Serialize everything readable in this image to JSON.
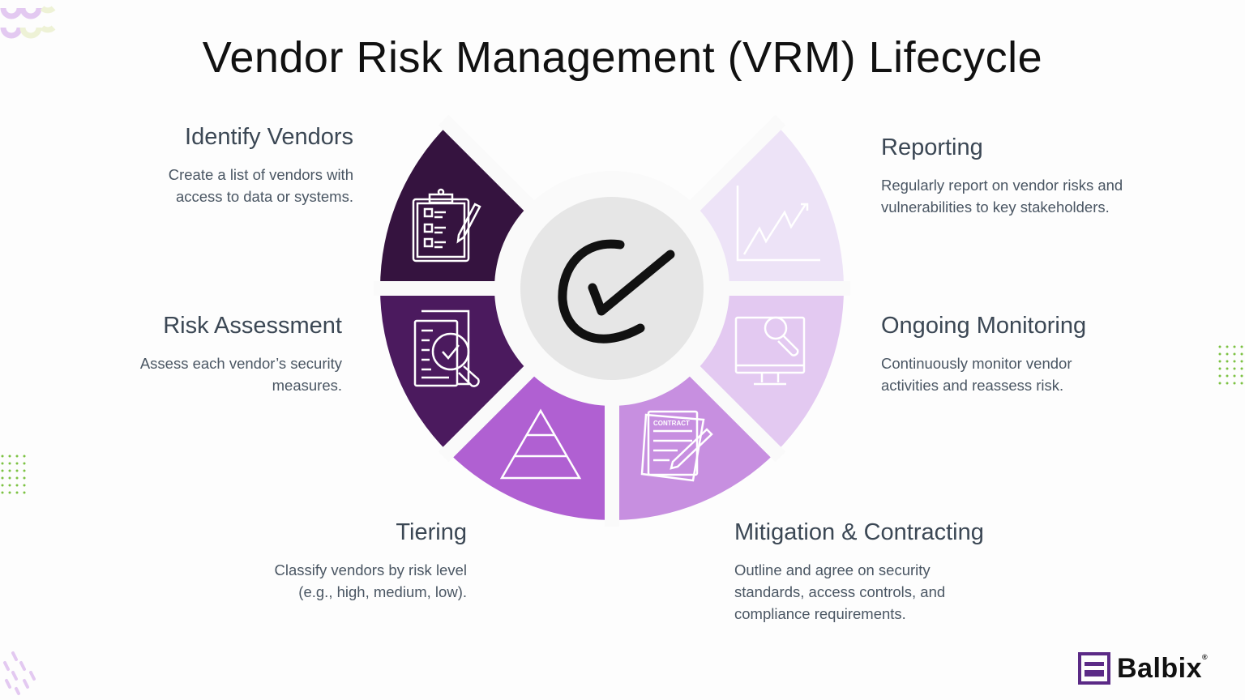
{
  "title": "Vendor Risk Management (VRM) Lifecycle",
  "steps": [
    {
      "id": "identify",
      "title": "Identify Vendors",
      "desc_lines": [
        "Create a list of vendors with",
        "access to data or systems."
      ],
      "color": "#35133f",
      "icon": "clipboard-checklist-icon"
    },
    {
      "id": "assessment",
      "title": "Risk Assessment",
      "desc_lines": [
        "Assess each vendor’s security",
        "measures."
      ],
      "color": "#4b1a5e",
      "icon": "document-magnifier-check-icon"
    },
    {
      "id": "tiering",
      "title": "Tiering",
      "desc_lines": [
        "Classify vendors by risk level",
        "(e.g., high, medium, low)."
      ],
      "color": "#b060d2",
      "icon": "pyramid-icon"
    },
    {
      "id": "mitigation",
      "title": "Mitigation & Contracting",
      "desc_lines": [
        "Outline and agree on security",
        "standards, access controls, and",
        "compliance requirements."
      ],
      "color": "#c78fe0",
      "icon": "contract-pen-icon",
      "icon_text": "CONTRACT"
    },
    {
      "id": "monitoring",
      "title": "Ongoing Monitoring",
      "desc_lines": [
        "Continuously monitor vendor",
        "activities and reassess risk."
      ],
      "color": "#e3c9f1",
      "icon": "monitor-magnifier-icon"
    },
    {
      "id": "reporting",
      "title": "Reporting",
      "desc_lines": [
        "Regularly report on vendor risks and",
        "vulnerabilities to key stakeholders."
      ],
      "color": "#ede3f7",
      "icon": "line-chart-icon"
    }
  ],
  "center": {
    "icon": "checkmark-icon",
    "color": "#e6e6e6"
  },
  "logo": {
    "text": "Balbix",
    "mark": "®",
    "color": "#5b2a86"
  }
}
